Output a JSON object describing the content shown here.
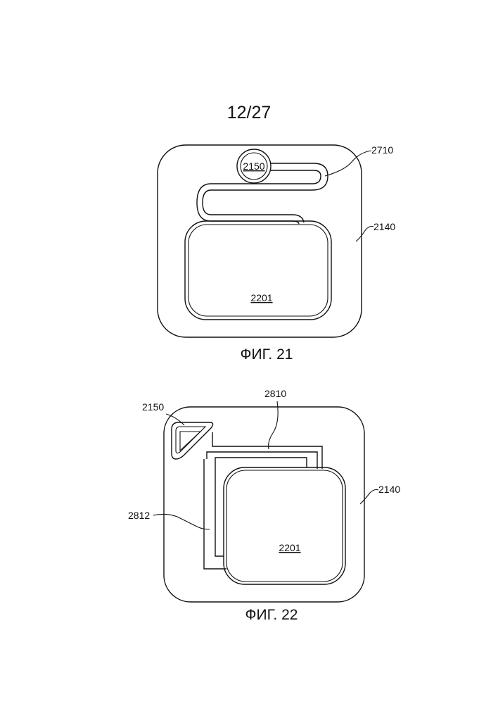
{
  "page": {
    "number": "12/27"
  },
  "figure21": {
    "caption": "ФИГ. 21",
    "labels": {
      "sensor": "2150",
      "channel": "2710",
      "substrate": "2140",
      "pad": "2201"
    }
  },
  "figure22": {
    "caption": "ФИГ. 22",
    "labels": {
      "sensor": "2150",
      "channel_upper": "2810",
      "channel_lower": "2812",
      "substrate": "2140",
      "pad": "2201"
    }
  }
}
